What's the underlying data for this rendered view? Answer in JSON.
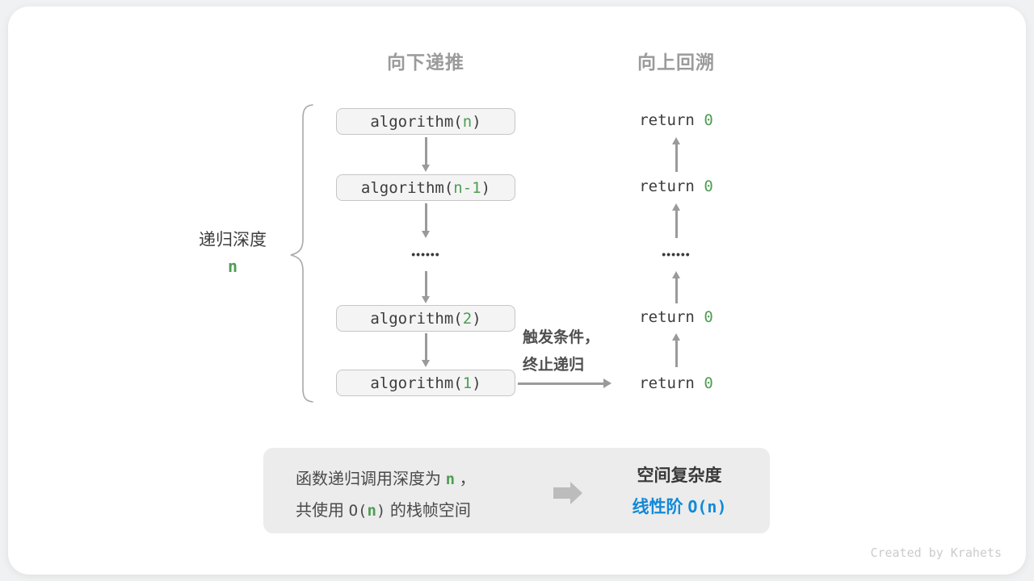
{
  "colors": {
    "accent_green": "#4f9d53",
    "accent_blue": "#1289d8",
    "header_gray": "#9b9b9b",
    "arrow_gray": "#9a9a9a",
    "box_fill": "#f4f4f5",
    "box_border": "#c6c6c6",
    "summary_fill": "#ececec"
  },
  "headers": {
    "downward": "向下递推",
    "upward": "向上回溯"
  },
  "call_stack": {
    "box1": {
      "pre": "algorithm(",
      "arg": "n",
      "post": ")"
    },
    "box2": {
      "pre": "algorithm(",
      "arg": "n-1",
      "post": ")"
    },
    "dots": "••••••",
    "box3": {
      "pre": "algorithm(",
      "arg": "2",
      "post": ")"
    },
    "box4": {
      "pre": "algorithm(",
      "arg": "1",
      "post": ")"
    }
  },
  "returns": {
    "r1": {
      "pre": "return ",
      "val": "0"
    },
    "r2": {
      "pre": "return ",
      "val": "0"
    },
    "dots": "••••••",
    "r3": {
      "pre": "return ",
      "val": "0"
    },
    "r4": {
      "pre": "return ",
      "val": "0"
    }
  },
  "depth_label": {
    "text": "递归深度",
    "value": "n"
  },
  "trigger": {
    "line1": "触发条件，",
    "line2": "终止递归"
  },
  "summary": {
    "line1_pre": "函数递归调用深度为 ",
    "line1_n": "n",
    "line1_post": " ，",
    "line2_pre": "共使用 ",
    "line2_o": "O(",
    "line2_n": "n",
    "line2_close": ")",
    "line2_post": " 的栈帧空间",
    "result_title": "空间复杂度",
    "result_pre": "线性阶 ",
    "result_code": "O(n)"
  },
  "credit": "Created by Krahets"
}
